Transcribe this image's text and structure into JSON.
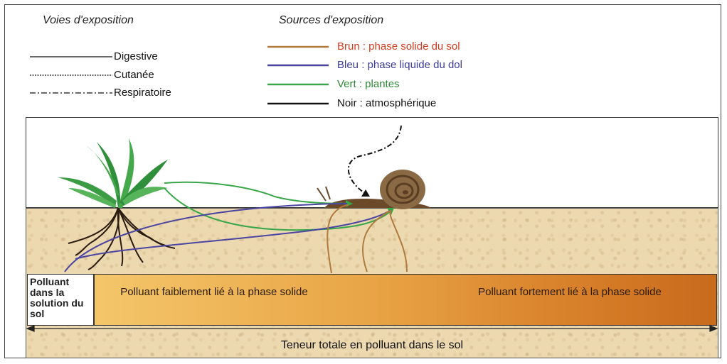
{
  "voies": {
    "title": "Voies d'exposition",
    "items": [
      "Digestive",
      "Cutanée",
      "Respiratoire"
    ]
  },
  "sources": {
    "title": "Sources d'exposition",
    "items": [
      {
        "label": "Brun : phase solide du sol",
        "color": "#b07a3c",
        "text_color": "#d23c1e"
      },
      {
        "label": "Bleu : phase liquide du dol",
        "color": "#4a45a0",
        "text_color": "#3b3b9a"
      },
      {
        "label": "Vert : plantes",
        "color": "#3aa64a",
        "text_color": "#2e8a34"
      },
      {
        "label": "Noir : atmosphérique",
        "color": "#111111",
        "text_color": "#111111"
      }
    ]
  },
  "scene": {
    "solution_box": "Polluant dans la solution du sol",
    "weak_label": "Polluant faiblement lié à la phase solide",
    "strong_label": "Polluant fortement lié à la phase solide",
    "total_label": "Teneur totale en polluant dans le sol"
  }
}
